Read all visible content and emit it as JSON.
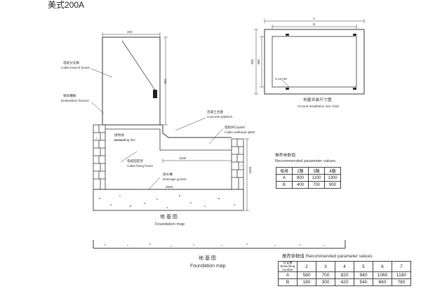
{
  "title": "美式200A",
  "ground_chart": {
    "dim_a": "A",
    "dim_b": "B",
    "dim_480": "480",
    "dim_360": "360",
    "hole_note": "4-12×30",
    "caption_cn": "地基安装尺寸图",
    "caption_en": "Ground installation size chart"
  },
  "elevation": {
    "dim_400": "400",
    "dim_760": "760",
    "dim_1200": "1200",
    "dim_2500": "2500",
    "dim_1500": "1500",
    "labels": {
      "cable_branch_box_cn": "电缆分支箱",
      "cable_branch_box_en": "Cable branch boxes",
      "embedded_channel_cn": "镀锌槽钢",
      "embedded_channel_en": "Embedded channel",
      "concrete_platform_cn": "混凝土台面",
      "concrete_platform_en": "Concrete platform",
      "cable_wellhead_cn": "电缆井口φ800",
      "cable_wellhead_en": "Cable wellhead φ800",
      "grounding_line_cn": "接地线",
      "grounding_line_en": "Grounding line",
      "cable_fixing_frame_cn": "电缆固定架",
      "cable_fixing_frame_en": "Cable fixing frame",
      "drainage_groove_cn": "排水槽",
      "drainage_groove_en": "Drainage groove"
    },
    "caption_cn": "地 基 图",
    "caption_en": "Foundation map"
  },
  "table1": {
    "title_cn": "推荐参数值:",
    "title_en": "Recommended parameter values:",
    "header": [
      "母排",
      "2路",
      "3路",
      "4路"
    ],
    "rows": [
      [
        "A",
        "800",
        "1100",
        "1300"
      ],
      [
        "B",
        "400",
        "700",
        "900"
      ]
    ]
  },
  "lower": {
    "caption_cn": "地 基 图",
    "caption_en": "Foundation map"
  },
  "table2": {
    "title": "推荐参数值 Recommended parameter values:",
    "corner_cn": "分支数",
    "corner_en1": "Branching",
    "corner_en2": "number",
    "header": [
      "2",
      "3",
      "4",
      "5",
      "6",
      "7"
    ],
    "rows": [
      [
        "A",
        "580",
        "700",
        "820",
        "940",
        "1060",
        "1180"
      ],
      [
        "B",
        "180",
        "300",
        "420",
        "540",
        "660",
        "780"
      ]
    ]
  }
}
